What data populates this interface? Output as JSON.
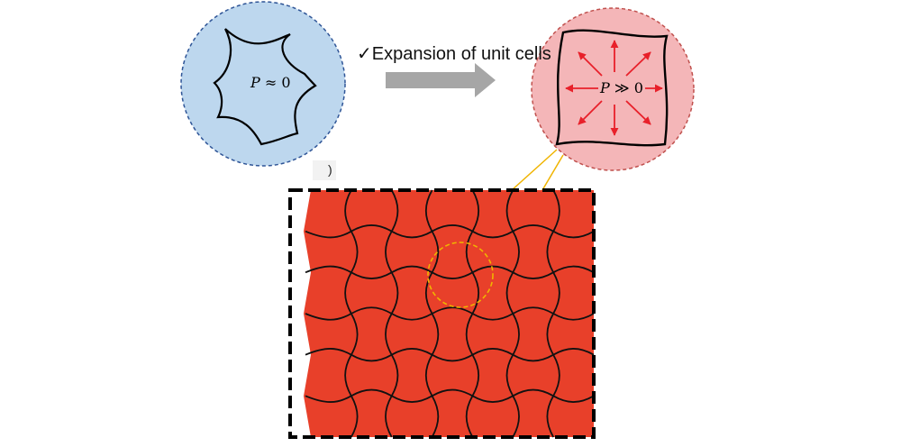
{
  "caption": {
    "check": "✓",
    "text": "Expansion of unit cells"
  },
  "states": {
    "compressed": {
      "label_var": "P",
      "label_rel": "≈",
      "label_val": "0"
    },
    "expanded": {
      "label_var": "P",
      "label_rel": "≫",
      "label_val": "0"
    }
  },
  "panel_label": ")",
  "colors": {
    "compressed_fill": "#bdd7ee",
    "compressed_border": "#2f5597",
    "expanded_fill": "#f4b6b8",
    "expanded_border": "#c0504d",
    "arrow_gray": "#a6a6a6",
    "cell_red": "#e8402a",
    "arrow_red": "#e8202a",
    "zoom_line": "#f0b400",
    "outline": "#000000"
  },
  "icons": {
    "check": "check-icon",
    "process_arrow": "right-arrow-icon",
    "radial_arrows": "radial-arrows-icon"
  }
}
